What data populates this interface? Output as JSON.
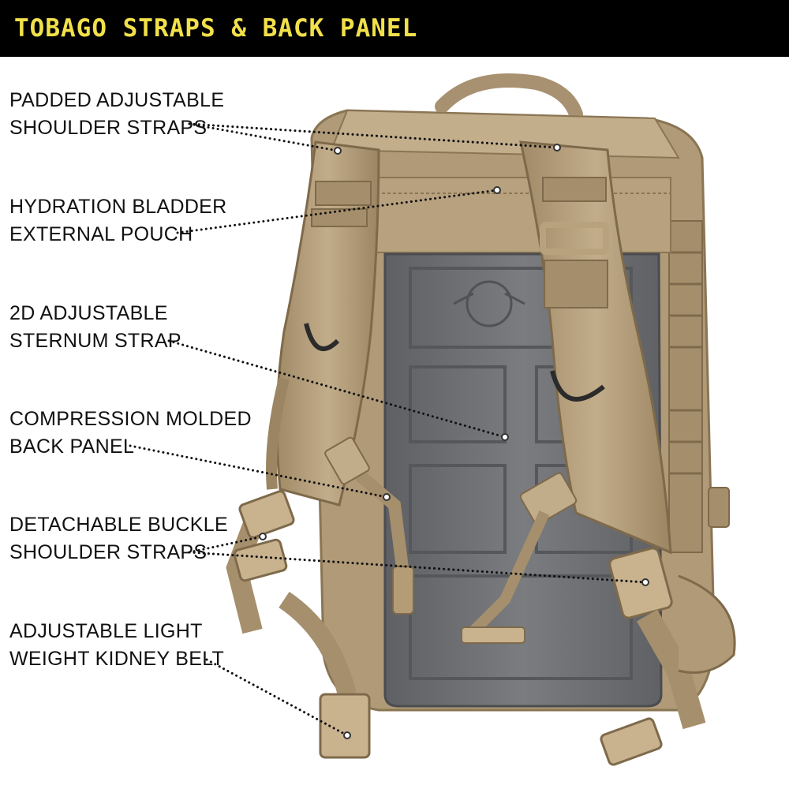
{
  "banner": {
    "title": "TOBAGO STRAPS & BACK PANEL",
    "bg_color": "#000000",
    "text_color": "#f2e04a"
  },
  "callouts": [
    {
      "line1": "PADDED ADJUSTABLE",
      "line2": "SHOULDER STRAPS"
    },
    {
      "line1": "HYDRATION BLADDER",
      "line2": "EXTERNAL POUCH"
    },
    {
      "line1": "2D ADJUSTABLE",
      "line2": "STERNUM STRAP"
    },
    {
      "line1": "COMPRESSION MOLDED",
      "line2": "BACK PANEL"
    },
    {
      "line1": "DETACHABLE BUCKLE",
      "line2": "SHOULDER STRAPS"
    },
    {
      "line1": "ADJUSTABLE LIGHT",
      "line2": "WEIGHT  KIDNEY BELT"
    }
  ],
  "product": {
    "fabric_color": "#b9a382",
    "panel_color": "#6f7175",
    "hardware_color": "#2b2b2b"
  }
}
